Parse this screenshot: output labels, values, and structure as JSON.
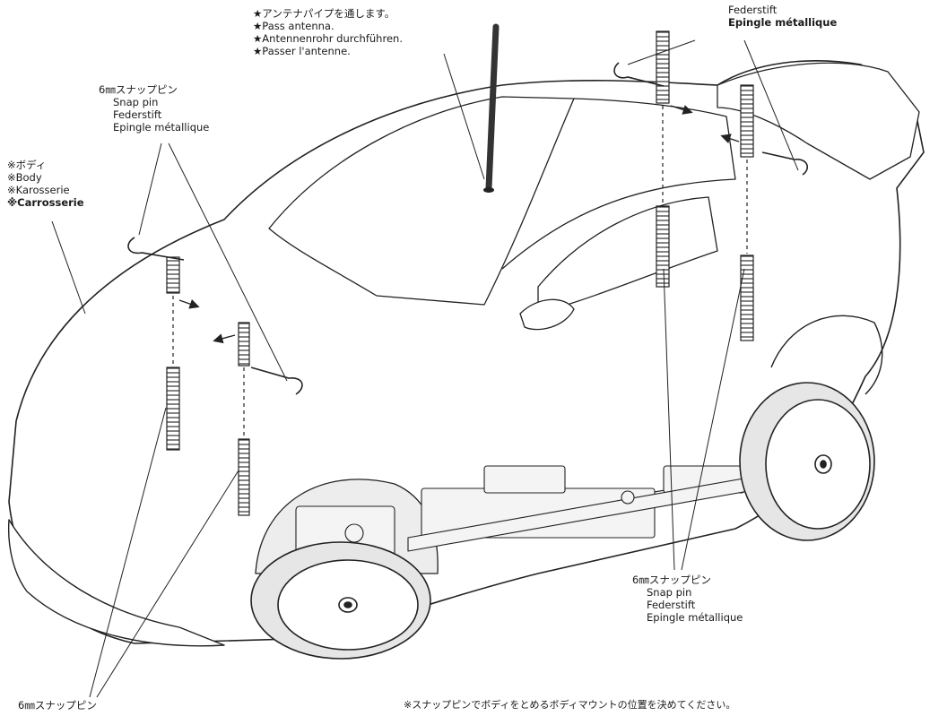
{
  "antenna_note": {
    "lines": [
      "★アンテナパイプを通します。",
      "★Pass antenna.",
      "★Antennenrohr durchführen.",
      "★Passer l'antenne."
    ]
  },
  "body_label": {
    "lines": [
      "※ボディ",
      "※Body",
      "※Karosserie",
      "※Carrosserie"
    ]
  },
  "snap_pin_front": {
    "lines": [
      "6㎜スナップピン",
      "Snap pin",
      "Federstift",
      "Epingle métallique"
    ]
  },
  "snap_pin_rear_top": {
    "lines": [
      "Federstift",
      "Epingle métallique"
    ]
  },
  "snap_pin_side": {
    "lines": [
      "6㎜スナップピン",
      "Snap pin",
      "Federstift",
      "Epingle métallique"
    ]
  },
  "snap_pin_bottom": {
    "lines": [
      "6㎜スナップピン"
    ]
  },
  "bottom_note": {
    "lines": [
      "※スナップピンでボディをとめるボディマウントの位置を決めてください。"
    ]
  },
  "colors": {
    "line": "#222222",
    "fill": "#ffffff",
    "shade": "#d6d6d6"
  },
  "icons": {
    "arrow": "arrow-icon",
    "pin": "snap-pin-icon",
    "post": "body-post-icon"
  }
}
